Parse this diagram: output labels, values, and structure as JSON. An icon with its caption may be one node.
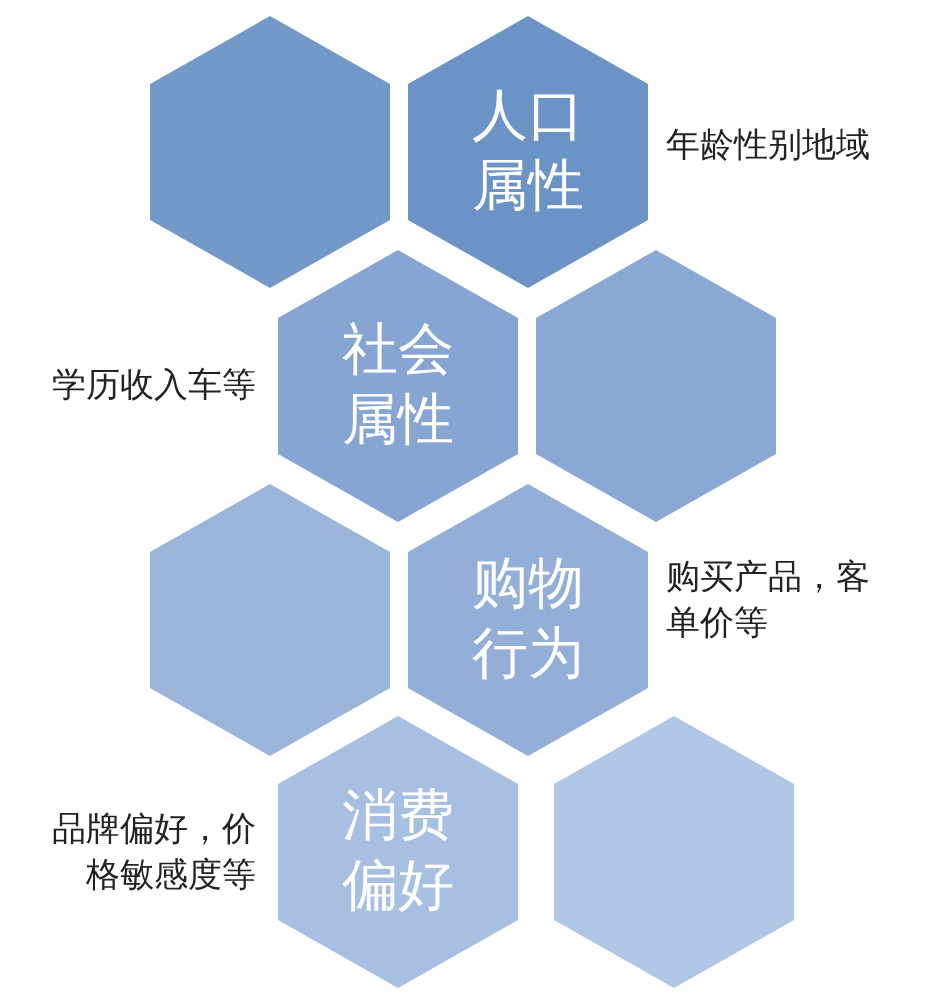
{
  "diagram": {
    "nodes": [
      {
        "text": [],
        "shape": "hexagon"
      },
      {
        "text": [
          "人口属性"
        ],
        "beside": [
          "年龄性别地域"
        ]
      },
      {
        "text": [
          "社会属性"
        ],
        "beside": [
          "学历收入车等"
        ]
      },
      {
        "text": [],
        "shape": "hexagon"
      },
      {
        "text": [],
        "shape": "hexagon"
      },
      {
        "text": [
          "购物行为"
        ],
        "beside": [
          "购买产品，客单价等"
        ]
      },
      {
        "text": [
          "消费偏好"
        ],
        "beside": [
          "品牌偏好，价格敏感度等"
        ]
      },
      {
        "text": [],
        "shape": "hexagon"
      }
    ]
  }
}
